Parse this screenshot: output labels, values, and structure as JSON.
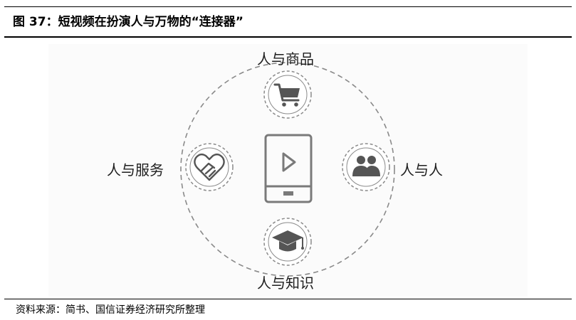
{
  "figure": {
    "title": "图 37：短视频在扮演人与万物的“连接器”"
  },
  "diagram": {
    "center_icon": "video-play-phone-icon",
    "nodes": [
      {
        "label": "人与商品",
        "icon": "shopping-cart-icon"
      },
      {
        "label": "人与人",
        "icon": "people-icon"
      },
      {
        "label": "人与知识",
        "icon": "graduation-cap-icon"
      },
      {
        "label": "人与服务",
        "icon": "handshake-heart-icon"
      }
    ],
    "colors": {
      "ring": "#8a8a8a",
      "icon": "#555555",
      "phone": "#7a7a7a",
      "background": "#fbfbfb"
    }
  },
  "footer": {
    "source": "资料来源：简书、国信证券经济研究所整理"
  }
}
